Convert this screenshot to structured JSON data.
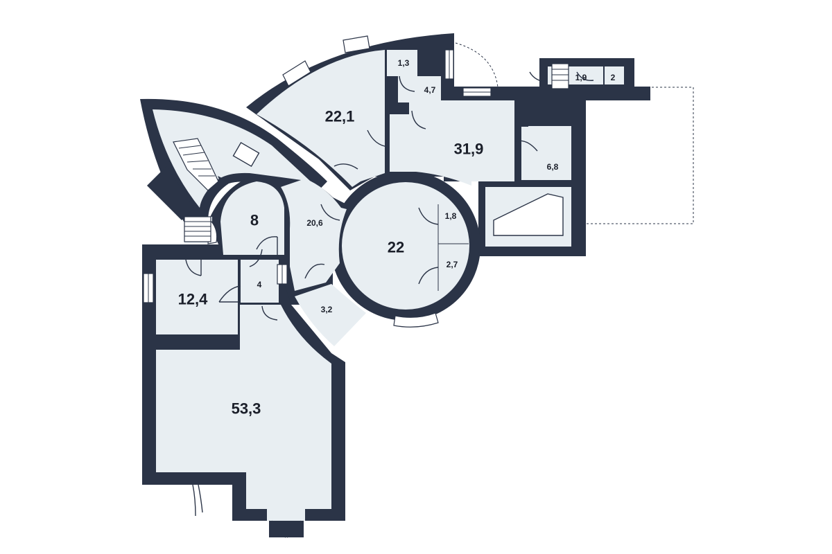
{
  "floor_plan": {
    "rooms": [
      {
        "id": "room-22-1",
        "area": "22,1"
      },
      {
        "id": "room-1-3",
        "area": "1,3"
      },
      {
        "id": "room-4-7",
        "area": "4,7"
      },
      {
        "id": "room-31-9",
        "area": "31,9"
      },
      {
        "id": "room-6-8",
        "area": "6,8"
      },
      {
        "id": "room-1-9",
        "area": "1,9"
      },
      {
        "id": "room-2",
        "area": "2"
      },
      {
        "id": "room-8",
        "area": "8"
      },
      {
        "id": "room-20-6",
        "area": "20,6"
      },
      {
        "id": "room-22",
        "area": "22"
      },
      {
        "id": "room-1-8",
        "area": "1,8"
      },
      {
        "id": "room-2-7",
        "area": "2,7"
      },
      {
        "id": "room-12-4",
        "area": "12,4"
      },
      {
        "id": "room-4",
        "area": "4"
      },
      {
        "id": "room-3-2",
        "area": "3,2"
      },
      {
        "id": "room-53-3",
        "area": "53,3"
      }
    ],
    "colors": {
      "wall": "#2b3447",
      "floor": "#e8eef2",
      "background": "#ffffff"
    }
  }
}
